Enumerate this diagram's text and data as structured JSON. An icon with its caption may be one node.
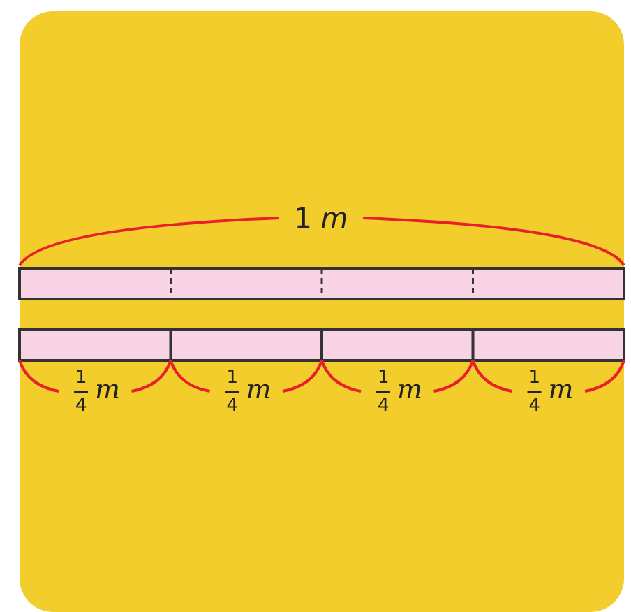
{
  "diagram": {
    "labels": [
      "1 *m*",
      "1",
      "4",
      "m",
      "1",
      "4",
      "m",
      "1",
      "4",
      "m",
      "1",
      "4",
      "m"
    ]
  }
}
